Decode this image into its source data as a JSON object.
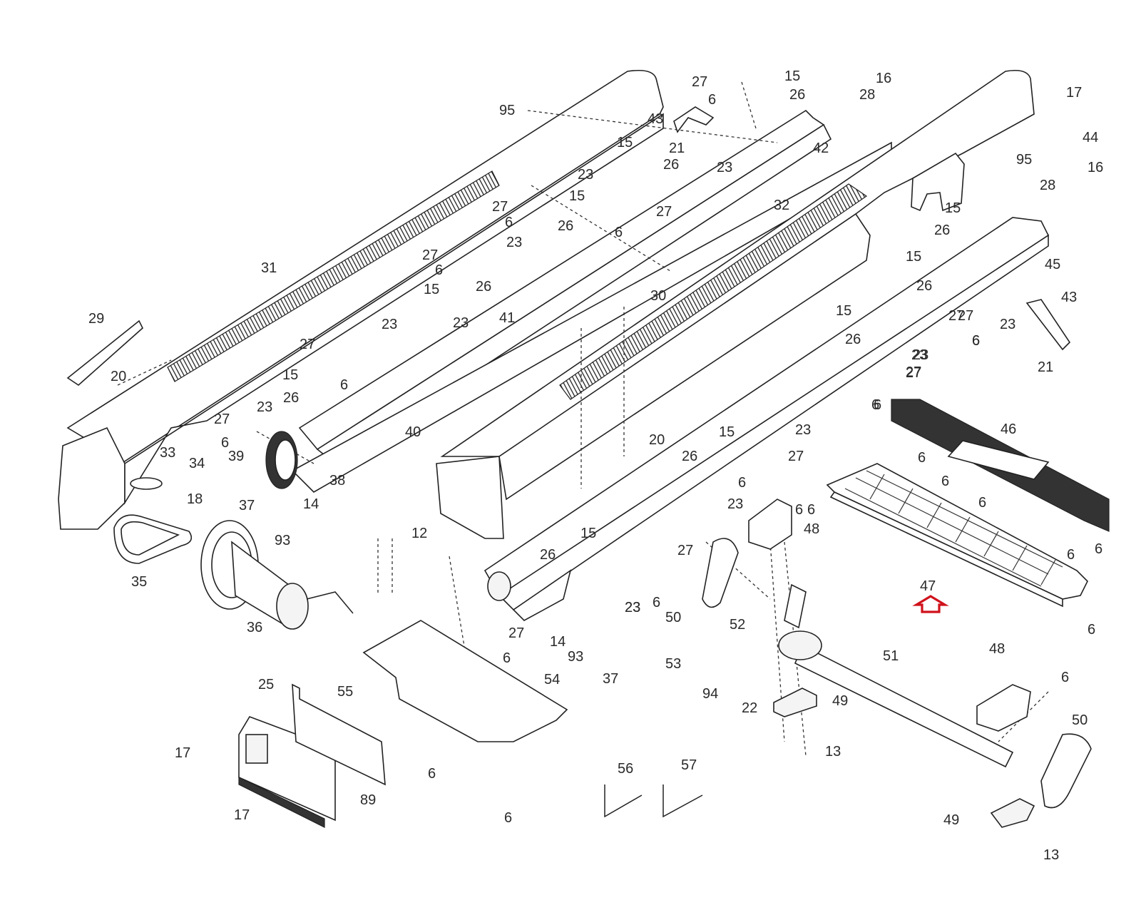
{
  "diagram": {
    "type": "exploded-parts-diagram",
    "subject": "treadmill frame and deck assembly",
    "highlighted_part": "47",
    "highlight_color": "#d0121b",
    "callouts": [
      {
        "id": "c95a",
        "text": "95"
      },
      {
        "id": "c27a",
        "text": "27"
      },
      {
        "id": "c6a",
        "text": "6"
      },
      {
        "id": "c43a",
        "text": "43"
      },
      {
        "id": "c21a",
        "text": "21"
      },
      {
        "id": "c15a",
        "text": "15"
      },
      {
        "id": "c26a",
        "text": "26"
      },
      {
        "id": "c23a",
        "text": "23"
      },
      {
        "id": "c16a",
        "text": "16"
      },
      {
        "id": "c28a",
        "text": "28"
      },
      {
        "id": "c42",
        "text": "42"
      },
      {
        "id": "c15b",
        "text": "15"
      },
      {
        "id": "c26b",
        "text": "26"
      },
      {
        "id": "c23b",
        "text": "23"
      },
      {
        "id": "c23c",
        "text": "23"
      },
      {
        "id": "c15c",
        "text": "15"
      },
      {
        "id": "c27b",
        "text": "27"
      },
      {
        "id": "c6b",
        "text": "6"
      },
      {
        "id": "c27c",
        "text": "27"
      },
      {
        "id": "c6c",
        "text": "6"
      },
      {
        "id": "c26c",
        "text": "26"
      },
      {
        "id": "c23d",
        "text": "23"
      },
      {
        "id": "c17a",
        "text": "17"
      },
      {
        "id": "c44",
        "text": "44"
      },
      {
        "id": "c95b",
        "text": "95"
      },
      {
        "id": "c16b",
        "text": "16"
      },
      {
        "id": "c28b",
        "text": "28"
      },
      {
        "id": "c15d",
        "text": "15"
      },
      {
        "id": "c32",
        "text": "32"
      },
      {
        "id": "c26d",
        "text": "26"
      },
      {
        "id": "c45",
        "text": "45"
      },
      {
        "id": "c27d",
        "text": "27"
      },
      {
        "id": "c6d",
        "text": "6"
      },
      {
        "id": "c15e",
        "text": "15"
      },
      {
        "id": "c26e",
        "text": "26"
      },
      {
        "id": "c27e",
        "text": "27"
      },
      {
        "id": "c6e",
        "text": "6"
      },
      {
        "id": "c23e",
        "text": "23"
      },
      {
        "id": "c43b",
        "text": "43"
      },
      {
        "id": "c27f",
        "text": "27"
      },
      {
        "id": "c6f",
        "text": "6"
      },
      {
        "id": "c23f",
        "text": "23"
      },
      {
        "id": "c21b",
        "text": "21"
      },
      {
        "id": "c31",
        "text": "31"
      },
      {
        "id": "c27g",
        "text": "27"
      },
      {
        "id": "c6g",
        "text": "6"
      },
      {
        "id": "c15f",
        "text": "15"
      },
      {
        "id": "c26f",
        "text": "26"
      },
      {
        "id": "c23g",
        "text": "23"
      },
      {
        "id": "c30",
        "text": "30"
      },
      {
        "id": "c41",
        "text": "41"
      },
      {
        "id": "c15g",
        "text": "15"
      },
      {
        "id": "c26g",
        "text": "26"
      },
      {
        "id": "c23h",
        "text": "23"
      },
      {
        "id": "c27h",
        "text": "27"
      },
      {
        "id": "c23i",
        "text": "23"
      },
      {
        "id": "c6h",
        "text": "6"
      },
      {
        "id": "c29",
        "text": "29"
      },
      {
        "id": "c20a",
        "text": "20"
      },
      {
        "id": "c27i",
        "text": "27"
      },
      {
        "id": "c6i",
        "text": "6"
      },
      {
        "id": "c15h",
        "text": "15"
      },
      {
        "id": "c26h",
        "text": "26"
      },
      {
        "id": "c23j",
        "text": "23"
      },
      {
        "id": "c27j",
        "text": "27"
      },
      {
        "id": "c6j",
        "text": "6"
      },
      {
        "id": "c40",
        "text": "40"
      },
      {
        "id": "c33",
        "text": "33"
      },
      {
        "id": "c34",
        "text": "34"
      },
      {
        "id": "c39",
        "text": "39"
      },
      {
        "id": "c38",
        "text": "38"
      },
      {
        "id": "c18",
        "text": "18"
      },
      {
        "id": "c37a",
        "text": "37"
      },
      {
        "id": "c14a",
        "text": "14"
      },
      {
        "id": "c93a",
        "text": "93"
      },
      {
        "id": "c35",
        "text": "35"
      },
      {
        "id": "c36",
        "text": "36"
      },
      {
        "id": "c12",
        "text": "12"
      },
      {
        "id": "c15i",
        "text": "15"
      },
      {
        "id": "c26i",
        "text": "26"
      },
      {
        "id": "c20b",
        "text": "20"
      },
      {
        "id": "c26j",
        "text": "26"
      },
      {
        "id": "c15j",
        "text": "15"
      },
      {
        "id": "c23k",
        "text": "23"
      },
      {
        "id": "c27k",
        "text": "27"
      },
      {
        "id": "c6k",
        "text": "6"
      },
      {
        "id": "c6l",
        "text": "6"
      },
      {
        "id": "c23l",
        "text": "23"
      },
      {
        "id": "c48a",
        "text": "48"
      },
      {
        "id": "c27l",
        "text": "27"
      },
      {
        "id": "c6m",
        "text": "6"
      },
      {
        "id": "c23m",
        "text": "23"
      },
      {
        "id": "c27m",
        "text": "27"
      },
      {
        "id": "c6n",
        "text": "6"
      },
      {
        "id": "c14b",
        "text": "14"
      },
      {
        "id": "c93b",
        "text": "93"
      },
      {
        "id": "c37b",
        "text": "37"
      },
      {
        "id": "c50a",
        "text": "50"
      },
      {
        "id": "c46",
        "text": "46"
      },
      {
        "id": "c6o",
        "text": "6"
      },
      {
        "id": "c6p",
        "text": "6"
      },
      {
        "id": "c6q",
        "text": "6"
      },
      {
        "id": "c6r",
        "text": "6"
      },
      {
        "id": "c6s",
        "text": "6"
      },
      {
        "id": "c6t",
        "text": "6"
      },
      {
        "id": "c6u",
        "text": "6"
      },
      {
        "id": "c6v",
        "text": "6"
      },
      {
        "id": "c47",
        "text": "47"
      },
      {
        "id": "c52",
        "text": "52"
      },
      {
        "id": "c53",
        "text": "53"
      },
      {
        "id": "c94",
        "text": "94"
      },
      {
        "id": "c22",
        "text": "22"
      },
      {
        "id": "c51",
        "text": "51"
      },
      {
        "id": "c48b",
        "text": "48"
      },
      {
        "id": "c49a",
        "text": "49"
      },
      {
        "id": "c13a",
        "text": "13"
      },
      {
        "id": "c50b",
        "text": "50"
      },
      {
        "id": "c49b",
        "text": "49"
      },
      {
        "id": "c13b",
        "text": "13"
      },
      {
        "id": "c54",
        "text": "54"
      },
      {
        "id": "c6w",
        "text": "6"
      },
      {
        "id": "c6x",
        "text": "6"
      },
      {
        "id": "c25",
        "text": "25"
      },
      {
        "id": "c55",
        "text": "55"
      },
      {
        "id": "c17b",
        "text": "17"
      },
      {
        "id": "c89",
        "text": "89"
      },
      {
        "id": "c17c",
        "text": "17"
      },
      {
        "id": "c56",
        "text": "56"
      },
      {
        "id": "c57",
        "text": "57"
      }
    ]
  }
}
